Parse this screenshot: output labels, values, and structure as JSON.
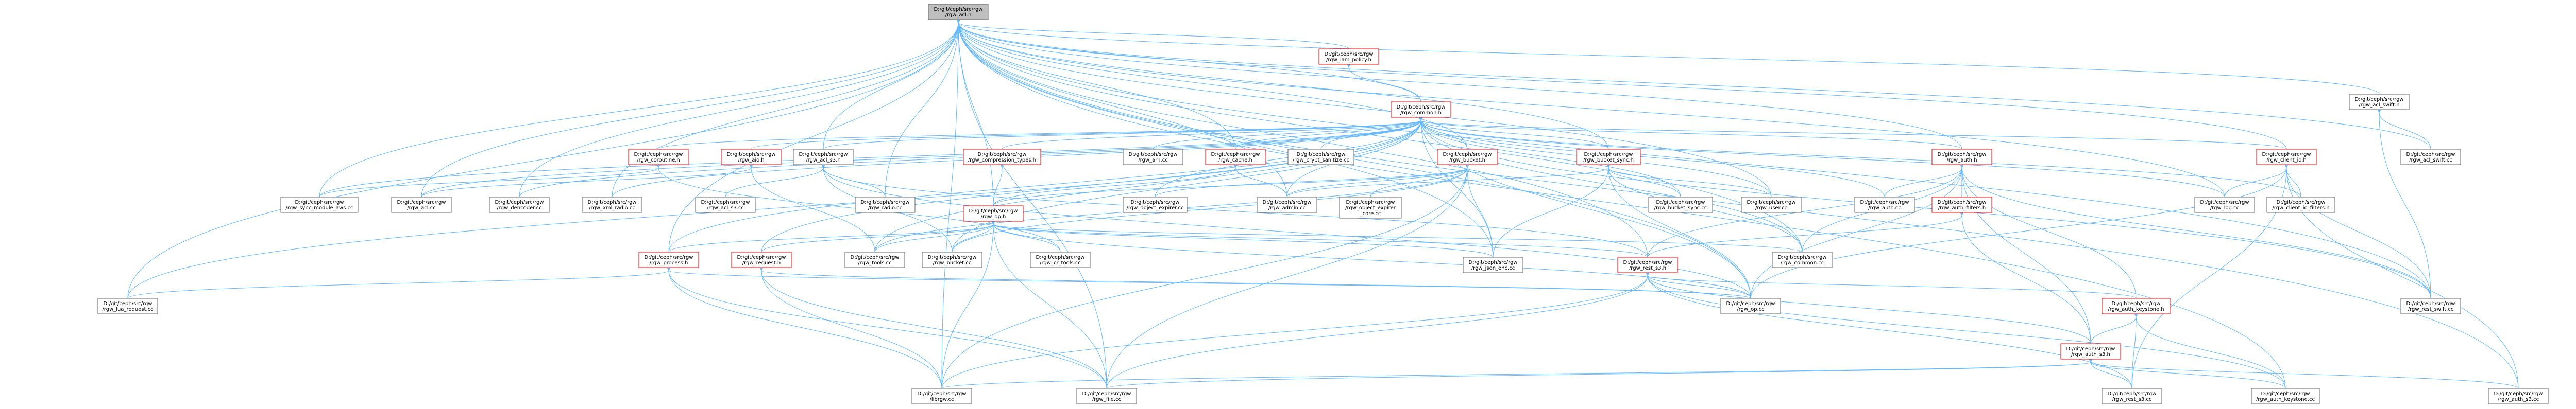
{
  "colors": {
    "edge": "#63b8ff",
    "node_border": "#666666",
    "node_border_incomplete": "#ff0000",
    "root_fill": "#bfbfbf",
    "node_fill": "#ffffff"
  },
  "nodes": [
    {
      "id": "rgw_acl_h",
      "lines": [
        "D:/git/ceph/src/rgw",
        "/rgw_acl.h"
      ],
      "style": "gray"
    },
    {
      "id": "rgw_iam_policy_h",
      "lines": [
        "D:/git/ceph/src/rgw",
        "/rgw_iam_policy.h"
      ],
      "style": "red"
    },
    {
      "id": "rgw_common_h",
      "lines": [
        "D:/git/ceph/src/rgw",
        "/rgw_common.h"
      ],
      "style": "red"
    },
    {
      "id": "rgw_acl_swift_h",
      "lines": [
        "D:/git/ceph/src/rgw",
        "/rgw_acl_swift.h"
      ],
      "style": "normal"
    },
    {
      "id": "rgw_acl_swift_cc",
      "lines": [
        "D:/git/ceph/src/rgw",
        "/rgw_acl_swift.cc"
      ],
      "style": "normal"
    },
    {
      "id": "rgw_client_io_h",
      "lines": [
        "D:/git/ceph/src/rgw",
        "/rgw_client_io.h"
      ],
      "style": "red"
    },
    {
      "id": "rgw_client_io_filters_h",
      "lines": [
        "D:/git/ceph/src/rgw",
        "/rgw_client_io_filters.h"
      ],
      "style": "normal"
    },
    {
      "id": "rgw_log_cc",
      "lines": [
        "D:/git/ceph/src/rgw",
        "/rgw_log.cc"
      ],
      "style": "normal"
    },
    {
      "id": "rgw_auth_h",
      "lines": [
        "D:/git/ceph/src/rgw",
        "/rgw_auth.h"
      ],
      "style": "red"
    },
    {
      "id": "rgw_auth_filters_h",
      "lines": [
        "D:/git/ceph/src/rgw",
        "/rgw_auth_filters.h"
      ],
      "style": "red"
    },
    {
      "id": "rgw_auth_cc",
      "lines": [
        "D:/git/ceph/src/rgw",
        "/rgw_auth.cc"
      ],
      "style": "normal"
    },
    {
      "id": "rgw_user_cc",
      "lines": [
        "D:/git/ceph/src/rgw",
        "/rgw_user.cc"
      ],
      "style": "normal"
    },
    {
      "id": "rgw_bucket_sync_h",
      "lines": [
        "D:/git/ceph/src/rgw",
        "/rgw_bucket_sync.h"
      ],
      "style": "red"
    },
    {
      "id": "rgw_bucket_sync_cc",
      "lines": [
        "D:/git/ceph/src/rgw",
        "/rgw_bucket_sync.cc"
      ],
      "style": "normal"
    },
    {
      "id": "rgw_bucket_h",
      "lines": [
        "D:/git/ceph/src/rgw",
        "/rgw_bucket.h"
      ],
      "style": "red"
    },
    {
      "id": "rgw_object_expirer_core_cc",
      "lines": [
        "D:/git/ceph/src/rgw",
        "/rgw_object_expirer",
        "_core.cc"
      ],
      "style": "normal"
    },
    {
      "id": "rgw_admin_cc",
      "lines": [
        "D:/git/ceph/src/rgw",
        "/rgw_admin.cc"
      ],
      "style": "normal"
    },
    {
      "id": "rgw_object_expirer_cc",
      "lines": [
        "D:/git/ceph/src/rgw",
        "/rgw_object_expirer.cc"
      ],
      "style": "normal"
    },
    {
      "id": "rgw_cache_h",
      "lines": [
        "D:/git/ceph/src/rgw",
        "/rgw_cache.h"
      ],
      "style": "red"
    },
    {
      "id": "rgw_crypt_sanitize_cc",
      "lines": [
        "D:/git/ceph/src/rgw",
        "/rgw_crypt_sanitize.cc"
      ],
      "style": "normal"
    },
    {
      "id": "rgw_arn_cc",
      "lines": [
        "D:/git/ceph/src/rgw",
        "/rgw_arn.cc"
      ],
      "style": "normal"
    },
    {
      "id": "rgw_compression_types_h",
      "lines": [
        "D:/git/ceph/src/rgw",
        "/rgw_compression_types.h"
      ],
      "style": "red"
    },
    {
      "id": "rgw_op_h",
      "lines": [
        "D:/git/ceph/src/rgw",
        "/rgw_op.h"
      ],
      "style": "red"
    },
    {
      "id": "rgw_acl_s3_h",
      "lines": [
        "D:/git/ceph/src/rgw",
        "/rgw_acl_s3.h"
      ],
      "style": "normal"
    },
    {
      "id": "rgw_aio_h",
      "lines": [
        "D:/git/ceph/src/rgw",
        "/rgw_aio.h"
      ],
      "style": "red"
    },
    {
      "id": "rgw_coroutine_h",
      "lines": [
        "D:/git/ceph/src/rgw",
        "/rgw_coroutine.h"
      ],
      "style": "red"
    },
    {
      "id": "rgw_sync_module_aws_cc",
      "lines": [
        "D:/git/ceph/src/rgw",
        "/rgw_sync_module_aws.cc"
      ],
      "style": "normal"
    },
    {
      "id": "rgw_acl_cc",
      "lines": [
        "D:/git/ceph/src/rgw",
        "/rgw_acl.cc"
      ],
      "style": "normal"
    },
    {
      "id": "rgw_dencoder_cc",
      "lines": [
        "D:/git/ceph/src/rgw",
        "/rgw_dencoder.cc"
      ],
      "style": "normal"
    },
    {
      "id": "rgw_xml_radio_cc",
      "lines": [
        "D:/git/ceph/src/rgw",
        "/rgw_xml_radio.cc"
      ],
      "style": "normal"
    },
    {
      "id": "rgw_acl_s3_cc",
      "lines": [
        "D:/git/ceph/src/rgw",
        "/rgw_acl_s3.cc"
      ],
      "style": "normal"
    },
    {
      "id": "rgw_radio_cc",
      "lines": [
        "D:/git/ceph/src/rgw",
        "/rgw_radio.cc"
      ],
      "style": "normal"
    },
    {
      "id": "rgw_process_h",
      "lines": [
        "D:/git/ceph/src/rgw",
        "/rgw_process.h"
      ],
      "style": "red"
    },
    {
      "id": "rgw_request_h",
      "lines": [
        "D:/git/ceph/src/rgw",
        "/rgw_request.h"
      ],
      "style": "red"
    },
    {
      "id": "rgw_tools_cc",
      "lines": [
        "D:/git/ceph/src/rgw",
        "/rgw_tools.cc"
      ],
      "style": "normal"
    },
    {
      "id": "rgw_bucket_cc",
      "lines": [
        "D:/git/ceph/src/rgw",
        "/rgw_bucket.cc"
      ],
      "style": "normal"
    },
    {
      "id": "rgw_cr_tools_cc",
      "lines": [
        "D:/git/ceph/src/rgw",
        "/rgw_cr_tools.cc"
      ],
      "style": "normal"
    },
    {
      "id": "rgw_json_enc_cc",
      "lines": [
        "D:/git/ceph/src/rgw",
        "/rgw_json_enc.cc"
      ],
      "style": "normal"
    },
    {
      "id": "rgw_common_cc",
      "lines": [
        "D:/git/ceph/src/rgw",
        "/rgw_common.cc"
      ],
      "style": "normal"
    },
    {
      "id": "rgw_rest_s3_h",
      "lines": [
        "D:/git/ceph/src/rgw",
        "/rgw_rest_s3.h"
      ],
      "style": "red"
    },
    {
      "id": "rgw_lua_request_cc",
      "lines": [
        "D:/git/ceph/src/rgw",
        "/rgw_lua_request.cc"
      ],
      "style": "normal"
    },
    {
      "id": "rgw_op_cc",
      "lines": [
        "D:/git/ceph/src/rgw",
        "/rgw_op.cc"
      ],
      "style": "normal"
    },
    {
      "id": "rgw_auth_keystone_h",
      "lines": [
        "D:/git/ceph/src/rgw",
        "/rgw_auth_keystone.h"
      ],
      "style": "red"
    },
    {
      "id": "rgw_rest_swift_cc",
      "lines": [
        "D:/git/ceph/src/rgw",
        "/rgw_rest_swift.cc"
      ],
      "style": "normal"
    },
    {
      "id": "rgw_auth_s3_h",
      "lines": [
        "D:/git/ceph/src/rgw",
        "/rgw_auth_s3.h"
      ],
      "style": "red"
    },
    {
      "id": "librgw_cc",
      "lines": [
        "D:/git/ceph/src/rgw",
        "/librgw.cc"
      ],
      "style": "normal"
    },
    {
      "id": "rgw_file_cc",
      "lines": [
        "D:/git/ceph/src/rgw",
        "/rgw_file.cc"
      ],
      "style": "normal"
    },
    {
      "id": "rgw_rest_s3_cc",
      "lines": [
        "D:/git/ceph/src/rgw",
        "/rgw_rest_s3.cc"
      ],
      "style": "normal"
    },
    {
      "id": "rgw_auth_keystone_cc",
      "lines": [
        "D:/git/ceph/src/rgw",
        "/rgw_auth_keystone.cc"
      ],
      "style": "normal"
    },
    {
      "id": "rgw_auth_s3_cc",
      "lines": [
        "D:/git/ceph/src/rgw",
        "/rgw_auth_s3.cc"
      ],
      "style": "normal"
    }
  ],
  "edges": [
    [
      "rgw_acl_h",
      "rgw_iam_policy_h"
    ],
    [
      "rgw_acl_h",
      "rgw_common_h"
    ],
    [
      "rgw_acl_h",
      "rgw_acl_swift_h"
    ],
    [
      "rgw_acl_h",
      "rgw_acl_swift_cc"
    ],
    [
      "rgw_acl_h",
      "rgw_client_io_h"
    ],
    [
      "rgw_acl_h",
      "rgw_log_cc"
    ],
    [
      "rgw_acl_h",
      "rgw_auth_h"
    ],
    [
      "rgw_acl_h",
      "rgw_user_cc"
    ],
    [
      "rgw_acl_h",
      "rgw_bucket_sync_h"
    ],
    [
      "rgw_acl_h",
      "rgw_bucket_h"
    ],
    [
      "rgw_acl_h",
      "rgw_admin_cc"
    ],
    [
      "rgw_acl_h",
      "rgw_cache_h"
    ],
    [
      "rgw_acl_h",
      "rgw_op_h"
    ],
    [
      "rgw_acl_h",
      "rgw_acl_s3_h"
    ],
    [
      "rgw_acl_h",
      "rgw_sync_module_aws_cc"
    ],
    [
      "rgw_acl_h",
      "rgw_acl_cc"
    ],
    [
      "rgw_acl_h",
      "rgw_dencoder_cc"
    ],
    [
      "rgw_acl_h",
      "rgw_xml_radio_cc"
    ],
    [
      "rgw_acl_h",
      "rgw_radio_cc"
    ],
    [
      "rgw_acl_h",
      "rgw_lua_request_cc"
    ],
    [
      "rgw_acl_h",
      "rgw_op_cc"
    ],
    [
      "rgw_acl_h",
      "librgw_cc"
    ],
    [
      "rgw_acl_h",
      "rgw_file_cc"
    ],
    [
      "rgw_acl_h",
      "rgw_rest_s3_h"
    ],
    [
      "rgw_acl_h",
      "rgw_rest_swift_cc"
    ],
    [
      "rgw_acl_h",
      "rgw_auth_s3_cc"
    ],
    [
      "rgw_acl_h",
      "rgw_auth_keystone_cc"
    ],
    [
      "rgw_acl_h",
      "rgw_json_enc_cc"
    ],
    [
      "rgw_acl_h",
      "rgw_common_cc"
    ],
    [
      "rgw_acl_h",
      "rgw_process_h"
    ],
    [
      "rgw_iam_policy_h",
      "rgw_common_h"
    ],
    [
      "rgw_common_h",
      "rgw_client_io_h"
    ],
    [
      "rgw_common_h",
      "rgw_auth_h"
    ],
    [
      "rgw_common_h",
      "rgw_bucket_sync_h"
    ],
    [
      "rgw_common_h",
      "rgw_bucket_h"
    ],
    [
      "rgw_common_h",
      "rgw_cache_h"
    ],
    [
      "rgw_common_h",
      "rgw_crypt_sanitize_cc"
    ],
    [
      "rgw_common_h",
      "rgw_arn_cc"
    ],
    [
      "rgw_common_h",
      "rgw_compression_types_h"
    ],
    [
      "rgw_common_h",
      "rgw_acl_s3_h"
    ],
    [
      "rgw_common_h",
      "rgw_aio_h"
    ],
    [
      "rgw_common_h",
      "rgw_coroutine_h"
    ],
    [
      "rgw_common_h",
      "rgw_log_cc"
    ],
    [
      "rgw_common_h",
      "rgw_user_cc"
    ],
    [
      "rgw_common_h",
      "rgw_bucket_sync_cc"
    ],
    [
      "rgw_common_h",
      "rgw_auth_cc"
    ],
    [
      "rgw_common_h",
      "rgw_object_expirer_cc"
    ],
    [
      "rgw_common_h",
      "rgw_admin_cc"
    ],
    [
      "rgw_common_h",
      "rgw_json_enc_cc"
    ],
    [
      "rgw_common_h",
      "rgw_common_cc"
    ],
    [
      "rgw_common_h",
      "rgw_op_cc"
    ],
    [
      "rgw_common_h",
      "rgw_tools_cc"
    ],
    [
      "rgw_common_h",
      "rgw_bucket_cc"
    ],
    [
      "rgw_common_h",
      "rgw_process_h"
    ],
    [
      "rgw_common_h",
      "rgw_request_h"
    ],
    [
      "rgw_common_h",
      "rgw_lua_request_cc"
    ],
    [
      "rgw_common_h",
      "rgw_rest_swift_cc"
    ],
    [
      "rgw_common_h",
      "rgw_client_io_filters_h"
    ],
    [
      "rgw_common_h",
      "rgw_dencoder_cc"
    ],
    [
      "rgw_common_h",
      "rgw_sync_module_aws_cc"
    ],
    [
      "rgw_common_h",
      "rgw_acl_cc"
    ],
    [
      "rgw_common_h",
      "rgw_xml_radio_cc"
    ],
    [
      "rgw_acl_swift_h",
      "rgw_acl_swift_cc"
    ],
    [
      "rgw_acl_swift_h",
      "rgw_rest_swift_cc"
    ],
    [
      "rgw_client_io_h",
      "rgw_client_io_filters_h"
    ],
    [
      "rgw_client_io_h",
      "rgw_log_cc"
    ],
    [
      "rgw_client_io_h",
      "rgw_rest_swift_cc"
    ],
    [
      "rgw_client_io_h",
      "rgw_rest_s3_cc"
    ],
    [
      "rgw_client_io_h",
      "rgw_auth_s3_cc"
    ],
    [
      "rgw_client_io_h",
      "rgw_op_cc"
    ],
    [
      "rgw_auth_h",
      "rgw_auth_filters_h"
    ],
    [
      "rgw_auth_h",
      "rgw_auth_cc"
    ],
    [
      "rgw_auth_h",
      "rgw_auth_keystone_h"
    ],
    [
      "rgw_auth_h",
      "rgw_auth_s3_h"
    ],
    [
      "rgw_auth_h",
      "rgw_common_cc"
    ],
    [
      "rgw_auth_h",
      "rgw_rest_swift_cc"
    ],
    [
      "rgw_auth_h",
      "rgw_rest_s3_h"
    ],
    [
      "rgw_auth_h",
      "rgw_op_cc"
    ],
    [
      "rgw_auth_filters_h",
      "rgw_auth_s3_h"
    ],
    [
      "rgw_auth_filters_h",
      "rgw_rest_s3_h"
    ],
    [
      "rgw_bucket_sync_h",
      "rgw_bucket_sync_cc"
    ],
    [
      "rgw_bucket_sync_h",
      "rgw_admin_cc"
    ],
    [
      "rgw_bucket_sync_h",
      "rgw_json_enc_cc"
    ],
    [
      "rgw_bucket_sync_h",
      "rgw_op_cc"
    ],
    [
      "rgw_bucket_sync_h",
      "rgw_user_cc"
    ],
    [
      "rgw_bucket_sync_h",
      "rgw_common_cc"
    ],
    [
      "rgw_bucket_h",
      "rgw_object_expirer_core_cc"
    ],
    [
      "rgw_bucket_h",
      "rgw_admin_cc"
    ],
    [
      "rgw_bucket_h",
      "rgw_object_expirer_cc"
    ],
    [
      "rgw_bucket_h",
      "rgw_op_h"
    ],
    [
      "rgw_bucket_h",
      "rgw_json_enc_cc"
    ],
    [
      "rgw_bucket_h",
      "rgw_bucket_cc"
    ],
    [
      "rgw_bucket_h",
      "rgw_tools_cc"
    ],
    [
      "rgw_bucket_h",
      "rgw_file_cc"
    ],
    [
      "rgw_bucket_h",
      "librgw_cc"
    ],
    [
      "rgw_cache_h",
      "rgw_op_h"
    ],
    [
      "rgw_cache_h",
      "rgw_admin_cc"
    ],
    [
      "rgw_compression_types_h",
      "rgw_op_h"
    ],
    [
      "rgw_op_h",
      "rgw_process_h"
    ],
    [
      "rgw_op_h",
      "rgw_request_h"
    ],
    [
      "rgw_op_h",
      "rgw_tools_cc"
    ],
    [
      "rgw_op_h",
      "rgw_bucket_cc"
    ],
    [
      "rgw_op_h",
      "rgw_cr_tools_cc"
    ],
    [
      "rgw_op_h",
      "rgw_json_enc_cc"
    ],
    [
      "rgw_op_h",
      "rgw_common_cc"
    ],
    [
      "rgw_op_h",
      "rgw_rest_s3_h"
    ],
    [
      "rgw_op_h",
      "rgw_op_cc"
    ],
    [
      "rgw_op_h",
      "librgw_cc"
    ],
    [
      "rgw_op_h",
      "rgw_file_cc"
    ],
    [
      "rgw_acl_s3_h",
      "rgw_acl_s3_cc"
    ],
    [
      "rgw_acl_s3_h",
      "rgw_radio_cc"
    ],
    [
      "rgw_acl_s3_h",
      "rgw_rest_s3_h"
    ],
    [
      "rgw_acl_s3_h",
      "rgw_op_cc"
    ],
    [
      "rgw_acl_s3_h",
      "rgw_bucket_cc"
    ],
    [
      "rgw_aio_h",
      "rgw_acl_cc"
    ],
    [
      "rgw_aio_h",
      "rgw_tools_cc"
    ],
    [
      "rgw_coroutine_h",
      "rgw_sync_module_aws_cc"
    ],
    [
      "rgw_coroutine_h",
      "rgw_cr_tools_cc"
    ],
    [
      "rgw_process_h",
      "rgw_lua_request_cc"
    ],
    [
      "rgw_process_h",
      "librgw_cc"
    ],
    [
      "rgw_process_h",
      "rgw_file_cc"
    ],
    [
      "rgw_process_h",
      "rgw_op_cc"
    ],
    [
      "rgw_request_h",
      "librgw_cc"
    ],
    [
      "rgw_request_h",
      "rgw_file_cc"
    ],
    [
      "rgw_request_h",
      "rgw_op_cc"
    ],
    [
      "rgw_rest_s3_h",
      "rgw_op_cc"
    ],
    [
      "rgw_rest_s3_h",
      "rgw_rest_s3_cc"
    ],
    [
      "rgw_rest_s3_h",
      "rgw_auth_s3_h"
    ],
    [
      "rgw_rest_s3_h",
      "rgw_auth_keystone_h"
    ],
    [
      "rgw_rest_s3_h",
      "rgw_file_cc"
    ],
    [
      "rgw_rest_s3_h",
      "librgw_cc"
    ],
    [
      "rgw_rest_s3_h",
      "rgw_auth_keystone_cc"
    ],
    [
      "rgw_auth_keystone_h",
      "rgw_auth_s3_h"
    ],
    [
      "rgw_auth_keystone_h",
      "rgw_auth_keystone_cc"
    ],
    [
      "rgw_auth_keystone_h",
      "rgw_rest_s3_cc"
    ],
    [
      "rgw_auth_s3_h",
      "librgw_cc"
    ],
    [
      "rgw_auth_s3_h",
      "rgw_file_cc"
    ],
    [
      "rgw_auth_s3_h",
      "rgw_rest_s3_cc"
    ],
    [
      "rgw_auth_s3_h",
      "rgw_auth_keystone_cc"
    ],
    [
      "rgw_auth_s3_h",
      "rgw_auth_s3_cc"
    ]
  ]
}
